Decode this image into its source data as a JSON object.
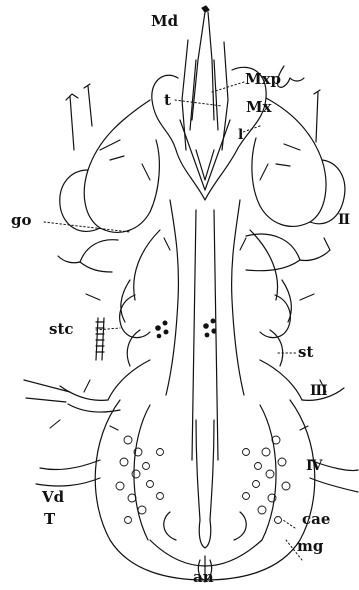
{
  "figure": {
    "labels": {
      "md": "Md",
      "mxp": "Mxp",
      "t_top": "t",
      "mx": "Mx",
      "l": "l",
      "go": "go",
      "ii": "II",
      "stc": "stc",
      "st": "st",
      "iii": "III",
      "iv": "IV",
      "vd": "Vd",
      "t_lower": "T",
      "cae": "cae",
      "mg": "mg",
      "an": "an"
    },
    "colors": {
      "ink": "#111111",
      "paper": "#ffffff"
    }
  }
}
